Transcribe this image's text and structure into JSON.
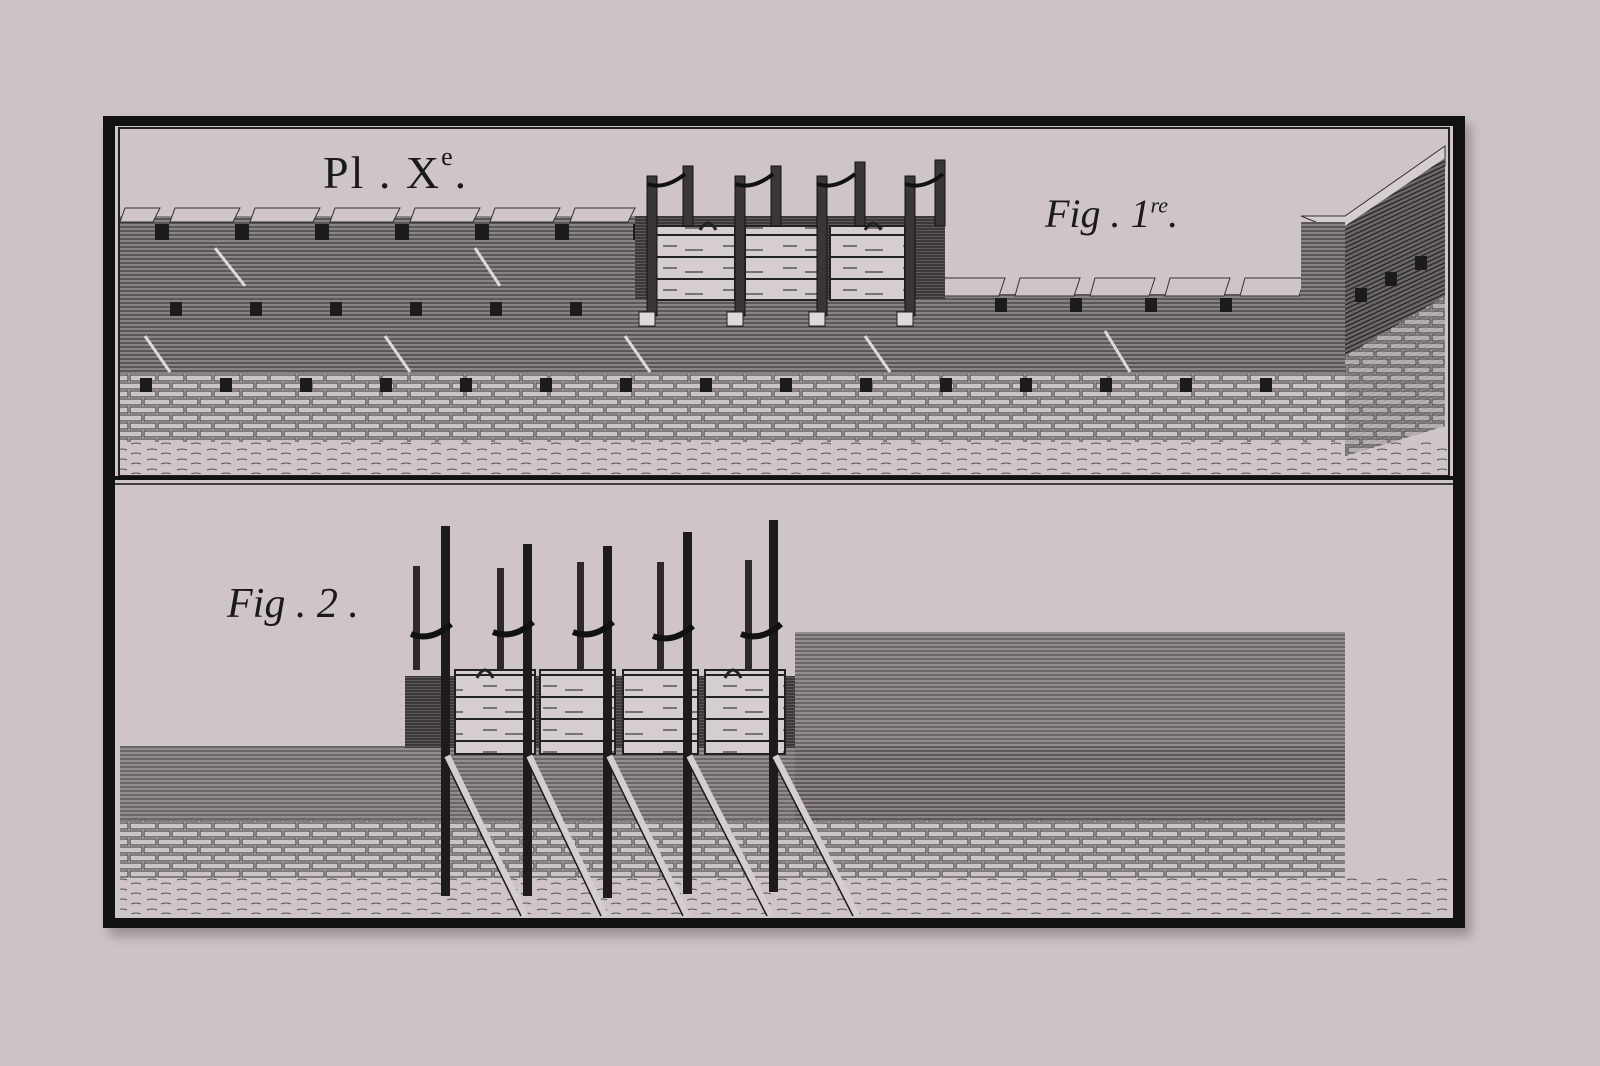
{
  "plate": {
    "title": "Pl. X",
    "title_prefix": "Pl",
    "title_numeral": "X",
    "title_superscript": "e",
    "title_suffix": ".",
    "figures": [
      {
        "label_prefix": "Fig . 1",
        "label_superscript": "re",
        "label_suffix": ".",
        "description": "Wall with crenellated parapet under construction, wooden formwork with posts and chains, tower at right"
      },
      {
        "label": "Fig . 2 .",
        "description": "Wooden formwork box with vertical posts, chain ties and diagonal props against a wall"
      }
    ]
  },
  "colors": {
    "background": "#cdc2c4",
    "frame": "#111111",
    "paper": "#cfc5c6",
    "ink": "#1a1a1a",
    "hatch": "#555055"
  }
}
